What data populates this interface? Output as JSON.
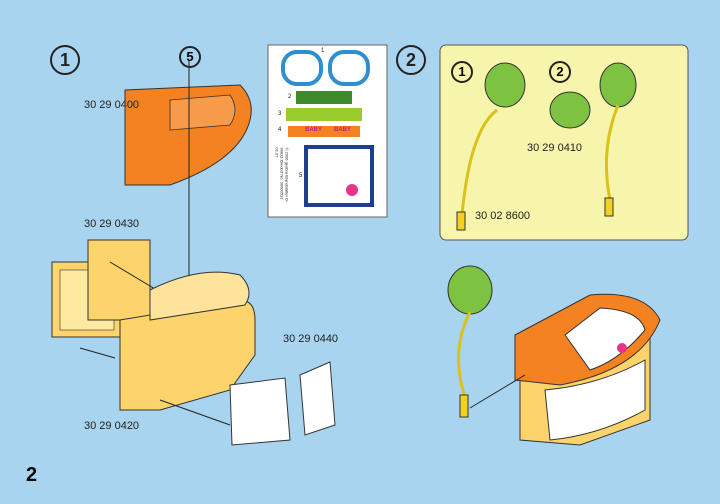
{
  "step1": {
    "number": "1",
    "callout": "5",
    "parts": {
      "top": "30 29 0400",
      "back": "30 29 0430",
      "door": "30 29 0440",
      "body": "30 29 0420"
    }
  },
  "sticker_sheet": {
    "labels": [
      "1",
      "2",
      "3",
      "4",
      "5"
    ],
    "baby1": "BABY",
    "baby2": "BABY",
    "copyright": "© 2006 geobra Brandstätter D-90811 Zirndorf No. 30600512 01.07"
  },
  "step2": {
    "number": "2",
    "substeps": [
      "1",
      "2"
    ],
    "parts": {
      "lamp_head": "30 29 0410",
      "lamp_arm": "30 02 8600"
    }
  },
  "page_number": "2",
  "colors": {
    "background": "#a9d4ef",
    "panel": "#f7f5ab",
    "orange": "#f58220",
    "yellow": "#fdd36b",
    "green": "#7ec242"
  }
}
